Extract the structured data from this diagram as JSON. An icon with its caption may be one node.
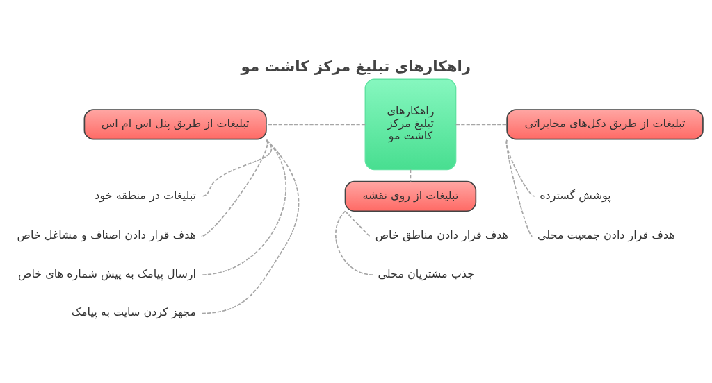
{
  "diagram": {
    "title": "راهکارهای تبلیغ مرکز کاشت مو",
    "nodes": [
      {
        "text": [
          "راهکارهای تبلیغ مرکز کاشت مو"
        ]
      },
      {
        "text": [
          "تبلیغات از طریق پنل اس ام اس"
        ]
      },
      {
        "text": [
          "تبلیغات در منطقه خود"
        ]
      },
      {
        "text": [
          "هدف قرار دادن اصناف و مشاغل خاص"
        ]
      },
      {
        "text": [
          "ارسال پیامک به پیش شماره های خاص"
        ]
      },
      {
        "text": [
          "مجهز کردن سایت به پیامک"
        ]
      },
      {
        "text": [
          "تبلیغات از طریق دکل‌های مخابراتی"
        ]
      },
      {
        "text": [
          "پوشش گسترده"
        ]
      },
      {
        "text": [
          "هدف قرار دادن جمعیت محلی"
        ]
      },
      {
        "text": [
          "تبلیغات از روی نقشه"
        ]
      },
      {
        "text": [
          "هدف قرار دادن مناطق خاص"
        ]
      },
      {
        "text": [
          "جذب مشتریان محلی"
        ]
      }
    ],
    "edges": [
      {
        "from": 0,
        "to": 1,
        "arrow": "none",
        "style": "dashed"
      },
      {
        "from": 1,
        "to": 2,
        "arrow": "none",
        "style": "dashed"
      },
      {
        "from": 1,
        "to": 3,
        "arrow": "none",
        "style": "dashed"
      },
      {
        "from": 1,
        "to": 4,
        "arrow": "none",
        "style": "dashed"
      },
      {
        "from": 1,
        "to": 5,
        "arrow": "none",
        "style": "dashed"
      },
      {
        "from": 0,
        "to": 6,
        "arrow": "none",
        "style": "dashed"
      },
      {
        "from": 6,
        "to": 7,
        "arrow": "none",
        "style": "dashed"
      },
      {
        "from": 6,
        "to": 8,
        "arrow": "none",
        "style": "dashed"
      },
      {
        "from": 0,
        "to": 9,
        "arrow": "none",
        "style": "dashed"
      },
      {
        "from": 9,
        "to": 10,
        "arrow": "none",
        "style": "dashed"
      },
      {
        "from": 9,
        "to": 11,
        "arrow": "none",
        "style": "dashed"
      }
    ]
  }
}
